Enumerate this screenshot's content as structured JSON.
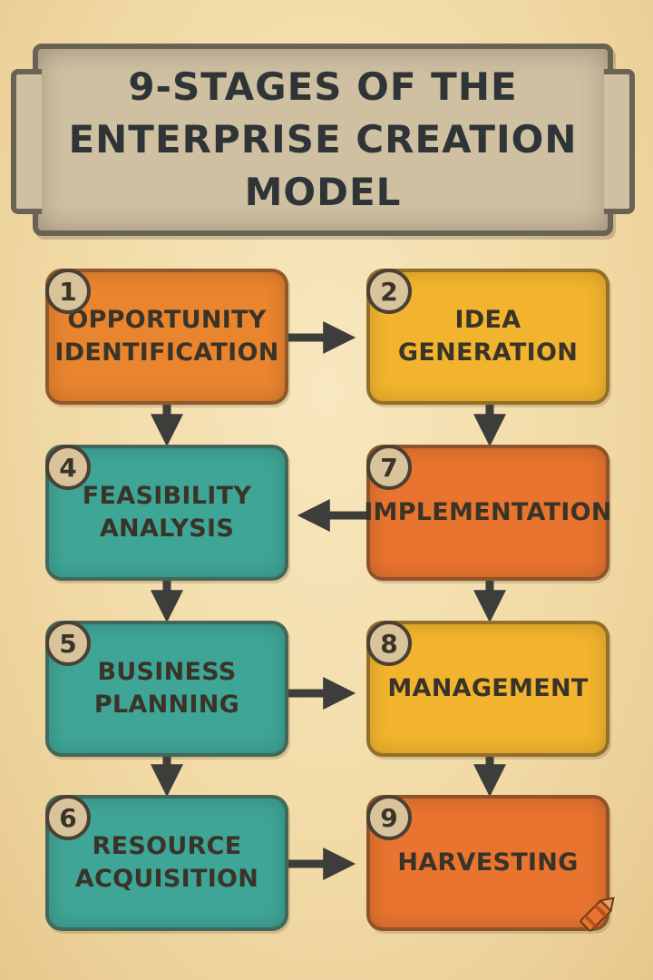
{
  "title": {
    "line1": "9-STAGES OF THE",
    "line2": "ENTERPRISE CREATION",
    "line3": "MODEL"
  },
  "stages": [
    {
      "number": "1",
      "label": "OPPORTUNITY IDENTIFICATION",
      "color": "#e9842f"
    },
    {
      "number": "2",
      "label": "IDEA GENERATION",
      "color": "#f2b42e"
    },
    {
      "number": "4",
      "label": "FEASIBILITY ANALYSIS",
      "color": "#3fa596"
    },
    {
      "number": "7",
      "label": "IMPLEMENTATION",
      "color": "#e8742f"
    },
    {
      "number": "5",
      "label": "BUSINESS PLANNING",
      "color": "#3fa596"
    },
    {
      "number": "8",
      "label": "MANAGEMENT",
      "color": "#f2b42e"
    },
    {
      "number": "6",
      "label": "RESOURCE ACQUISITION",
      "color": "#3fa596"
    },
    {
      "number": "9",
      "label": "HARVESTING",
      "color": "#e8742f"
    }
  ],
  "colors": {
    "arrow": "#3d3d3b",
    "plaque": "#cfc0a2",
    "background": "#f3dfae"
  },
  "icons": [
    "crayon-icon"
  ]
}
